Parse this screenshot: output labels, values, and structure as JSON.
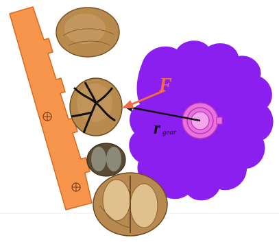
{
  "diagram": {
    "force_label": "F",
    "radius_label": "r",
    "radius_subscript": "gear",
    "colors": {
      "rack": "#f7954c",
      "rack_outline": "#d96a1c",
      "gear": "#8a1ff0",
      "hub": "#ea6fe0",
      "hub_inner": "#f2a4ec",
      "force_arrow": "#f26b45",
      "radius_arrow": "#111111",
      "seed_shell": "#b98a4e",
      "seed_dark": "#6e4a22"
    },
    "icons": {
      "rack_holes": "crosshair-circle-icon",
      "hub": "bearing-hub-icon"
    }
  }
}
